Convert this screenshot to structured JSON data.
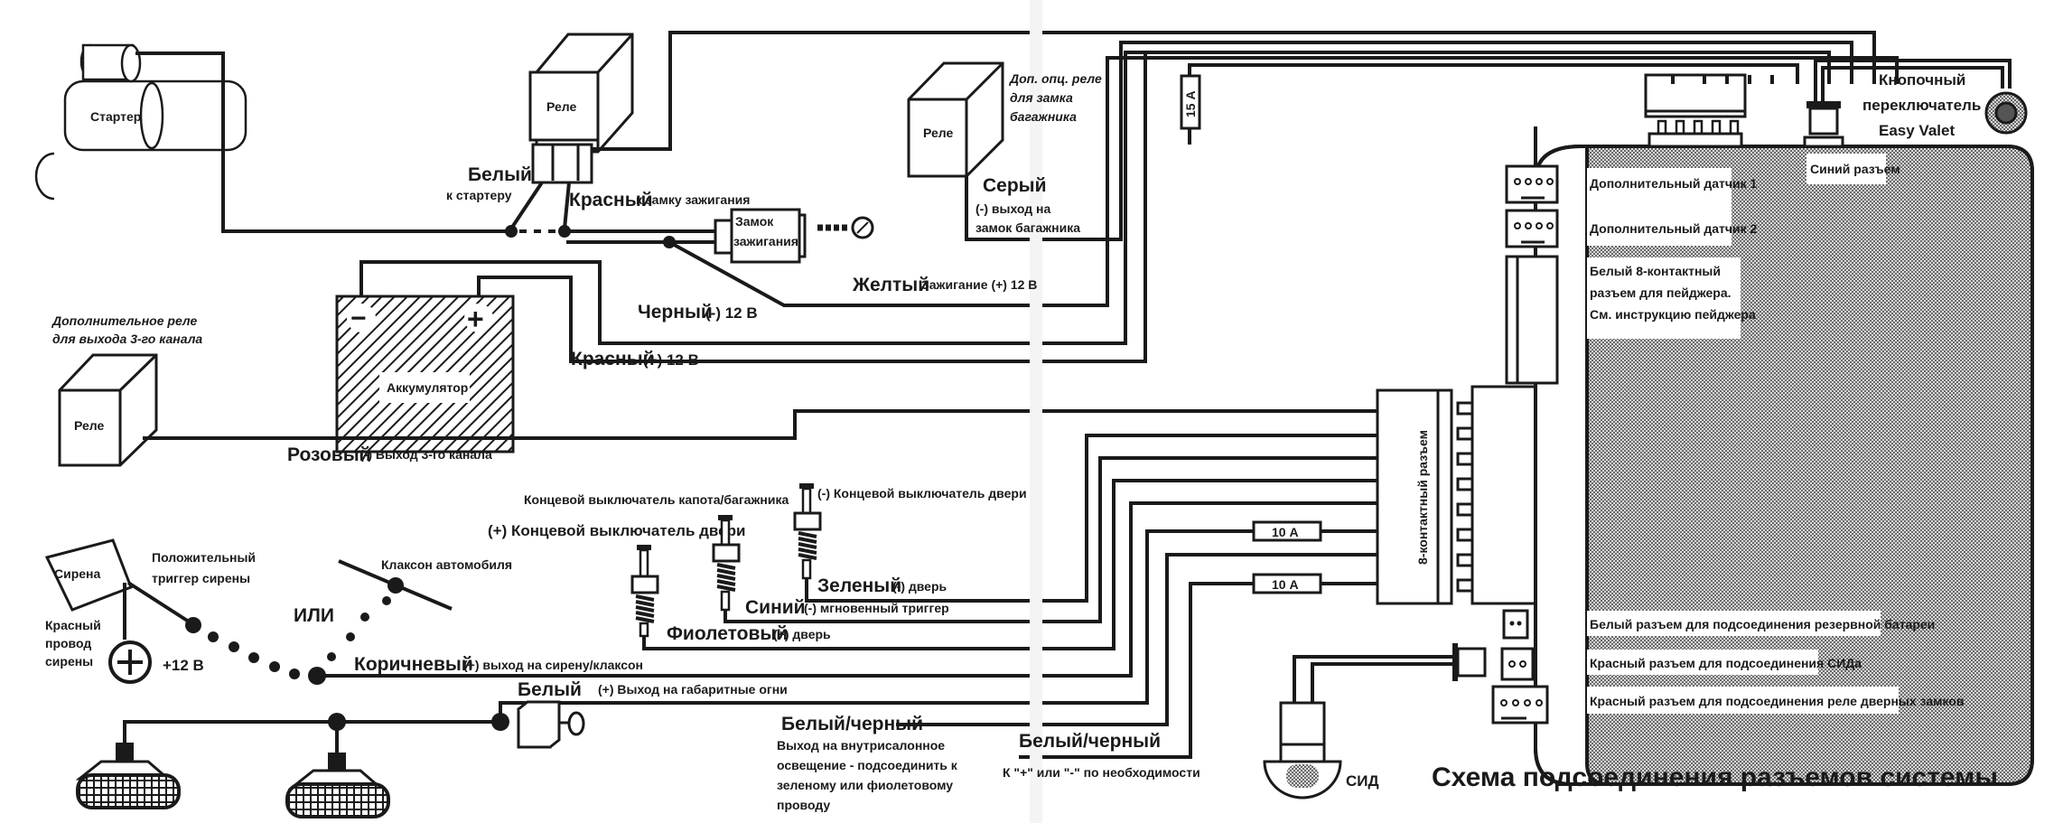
{
  "diagram": {
    "title": "Схема подсоединения разъемов системы",
    "components": {
      "starter": "Стартер",
      "relay_main": "Реле",
      "relay_trunk": "Реле",
      "relay_trunk_caption": [
        "Доп. опц. реле",
        "для замка",
        "багажника"
      ],
      "relay_ch3": "Реле",
      "relay_ch3_caption": [
        "Дополнительное реле",
        "для выхода 3-го канала"
      ],
      "ignition_lock": [
        "Замок",
        "зажигания"
      ],
      "battery": "Аккумулятор",
      "battery_minus": "−",
      "battery_plus": "+",
      "siren": "Сирена",
      "siren_trigger": [
        "Положительный",
        "триггер сирены"
      ],
      "siren_red_wire": [
        "Красный",
        "провод",
        "сирены"
      ],
      "plus12": "+12 В",
      "horn": "Клаксон автомобиля",
      "or": "ИЛИ",
      "hood_switch": "Концевой выключатель капота/багажника",
      "door_switch_plus": "(+) Концевой выключатель двери",
      "door_switch_minus": "(-) Концевой выключатель двери",
      "led": "СИД",
      "valet_button": [
        "Кнопочный",
        "переключатель",
        "Easy Valet"
      ],
      "eight_pin": "8-контактный разъем",
      "fuse15": "15 А",
      "fuse10a": "10 А",
      "fuse10b": "10 А"
    },
    "wires": {
      "white_starter": {
        "color": "Белый",
        "desc": "к стартеру"
      },
      "red_ignition": {
        "color": "Красный",
        "desc": "к замку зажигания"
      },
      "gray": {
        "color": "Серый",
        "desc1": "(-) выход на",
        "desc2": "замок багажника"
      },
      "yellow": {
        "color": "Желтый",
        "desc": "Зажигание (+) 12 В"
      },
      "black": {
        "color": "Черный",
        "desc": "(-) 12 В"
      },
      "red": {
        "color": "Красный",
        "desc": "(+) 12 В"
      },
      "pink": {
        "color": "Розовый",
        "desc": "(-) Выход 3-го канала"
      },
      "green": {
        "color": "Зеленый",
        "desc": "(-) дверь"
      },
      "blue": {
        "color": "Синий",
        "desc": "(-) мгновенный триггер"
      },
      "violet": {
        "color": "Фиолетовый",
        "desc": "(+) дверь"
      },
      "brown": {
        "color": "Коричневый",
        "desc": "(+) выход на сирену/клаксон"
      },
      "white_lights": {
        "color": "Белый",
        "desc": "(+) Выход на габаритные огни"
      },
      "white_black_1": {
        "color": "Белый/черный",
        "desc": [
          "Выход на внутрисалонное",
          "освещение - подсоединить к",
          "зеленому или фиолетовому",
          "проводу"
        ]
      },
      "white_black_2": {
        "color": "Белый/черный",
        "desc": "К \"+\" или \"-\" по необходимости"
      }
    },
    "unit_labels": {
      "sensor1": "Дополнительный датчик 1",
      "sensor2": "Дополнительный датчик 2",
      "pager": [
        "Белый 8-контактный",
        "разъем для пейджера.",
        "См. инструкцию пейджера"
      ],
      "blue_conn": "Синий разъем",
      "backup_battery": "Белый разъем для подсоединения резервной батареи",
      "led_conn": "Красный разъем для подсоединения СИДа",
      "door_lock_conn": "Красный разъем для подсоединения реле дверных замков"
    }
  }
}
